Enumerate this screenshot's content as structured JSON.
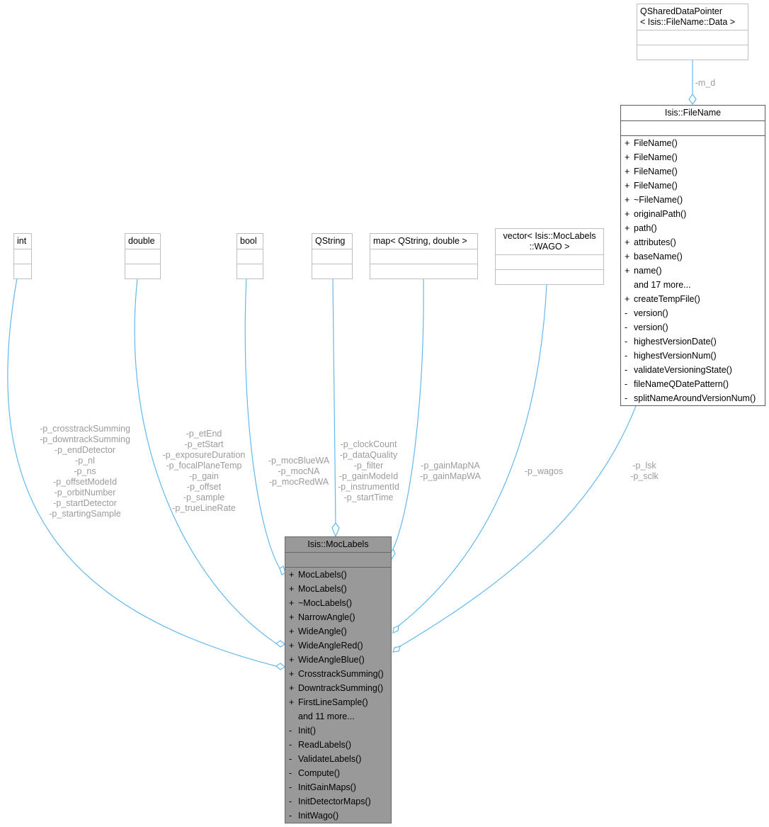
{
  "classes": {
    "int": {
      "title": "int"
    },
    "double": {
      "title": "double"
    },
    "bool": {
      "title": "bool"
    },
    "qstring": {
      "title": "QString"
    },
    "map": {
      "title": "map< QString, double >"
    },
    "vector": {
      "title_lines": [
        "vector< Isis::MocLabels",
        "::WAGO >"
      ]
    },
    "qshared": {
      "title_lines": [
        "QSharedDataPointer",
        "< Isis::FileName::Data >"
      ]
    },
    "filename": {
      "title": "Isis::FileName",
      "members": [
        {
          "vis": "+",
          "name": "FileName()"
        },
        {
          "vis": "+",
          "name": "FileName()"
        },
        {
          "vis": "+",
          "name": "FileName()"
        },
        {
          "vis": "+",
          "name": "FileName()"
        },
        {
          "vis": "+",
          "name": "~FileName()"
        },
        {
          "vis": "+",
          "name": "originalPath()"
        },
        {
          "vis": "+",
          "name": "path()"
        },
        {
          "vis": "+",
          "name": "attributes()"
        },
        {
          "vis": "+",
          "name": "baseName()"
        },
        {
          "vis": "+",
          "name": "name()"
        },
        {
          "vis": "",
          "name": "and 17 more..."
        },
        {
          "vis": "+",
          "name": "createTempFile()"
        },
        {
          "vis": "-",
          "name": "version()"
        },
        {
          "vis": "-",
          "name": "version()"
        },
        {
          "vis": "-",
          "name": "highestVersionDate()"
        },
        {
          "vis": "-",
          "name": "highestVersionNum()"
        },
        {
          "vis": "-",
          "name": "validateVersioningState()"
        },
        {
          "vis": "-",
          "name": "fileNameQDatePattern()"
        },
        {
          "vis": "-",
          "name": "splitNameAroundVersionNum()"
        }
      ]
    },
    "moclabels": {
      "title": "Isis::MocLabels",
      "members": [
        {
          "vis": "+",
          "name": "MocLabels()"
        },
        {
          "vis": "+",
          "name": "MocLabels()"
        },
        {
          "vis": "+",
          "name": "~MocLabels()"
        },
        {
          "vis": "+",
          "name": "NarrowAngle()"
        },
        {
          "vis": "+",
          "name": "WideAngle()"
        },
        {
          "vis": "+",
          "name": "WideAngleRed()"
        },
        {
          "vis": "+",
          "name": "WideAngleBlue()"
        },
        {
          "vis": "+",
          "name": "CrosstrackSumming()"
        },
        {
          "vis": "+",
          "name": "DowntrackSumming()"
        },
        {
          "vis": "+",
          "name": "FirstLineSample()"
        },
        {
          "vis": "",
          "name": "and 11 more..."
        },
        {
          "vis": "-",
          "name": "Init()"
        },
        {
          "vis": "-",
          "name": "ReadLabels()"
        },
        {
          "vis": "-",
          "name": "ValidateLabels()"
        },
        {
          "vis": "-",
          "name": "Compute()"
        },
        {
          "vis": "-",
          "name": "InitGainMaps()"
        },
        {
          "vis": "-",
          "name": "InitDetectorMaps()"
        },
        {
          "vis": "-",
          "name": "InitWago()"
        }
      ]
    }
  },
  "edge_labels": {
    "int": [
      "-p_crosstrackSumming",
      "-p_downtrackSumming",
      "-p_endDetector",
      "-p_nl",
      "-p_ns",
      "-p_offsetModeId",
      "-p_orbitNumber",
      "-p_startDetector",
      "-p_startingSample"
    ],
    "double": [
      "-p_etEnd",
      "-p_etStart",
      "-p_exposureDuration",
      "-p_focalPlaneTemp",
      "-p_gain",
      "-p_offset",
      "-p_sample",
      "-p_trueLineRate"
    ],
    "bool": [
      "-p_mocBlueWA",
      "-p_mocNA",
      "-p_mocRedWA"
    ],
    "qstring": [
      "-p_clockCount",
      "-p_dataQuality",
      "-p_filter",
      "-p_gainModeId",
      "-p_instrumentId",
      "-p_startTime"
    ],
    "map": [
      "-p_gainMapNA",
      "-p_gainMapWA"
    ],
    "vector": [
      "-p_wagos"
    ],
    "filename": [
      "-p_lsk",
      "-p_sclk"
    ],
    "qshared": [
      "-m_d"
    ]
  },
  "colors": {
    "edge": "#63b8ee",
    "main_fill": "#999999",
    "label": "#9b9b9b"
  }
}
